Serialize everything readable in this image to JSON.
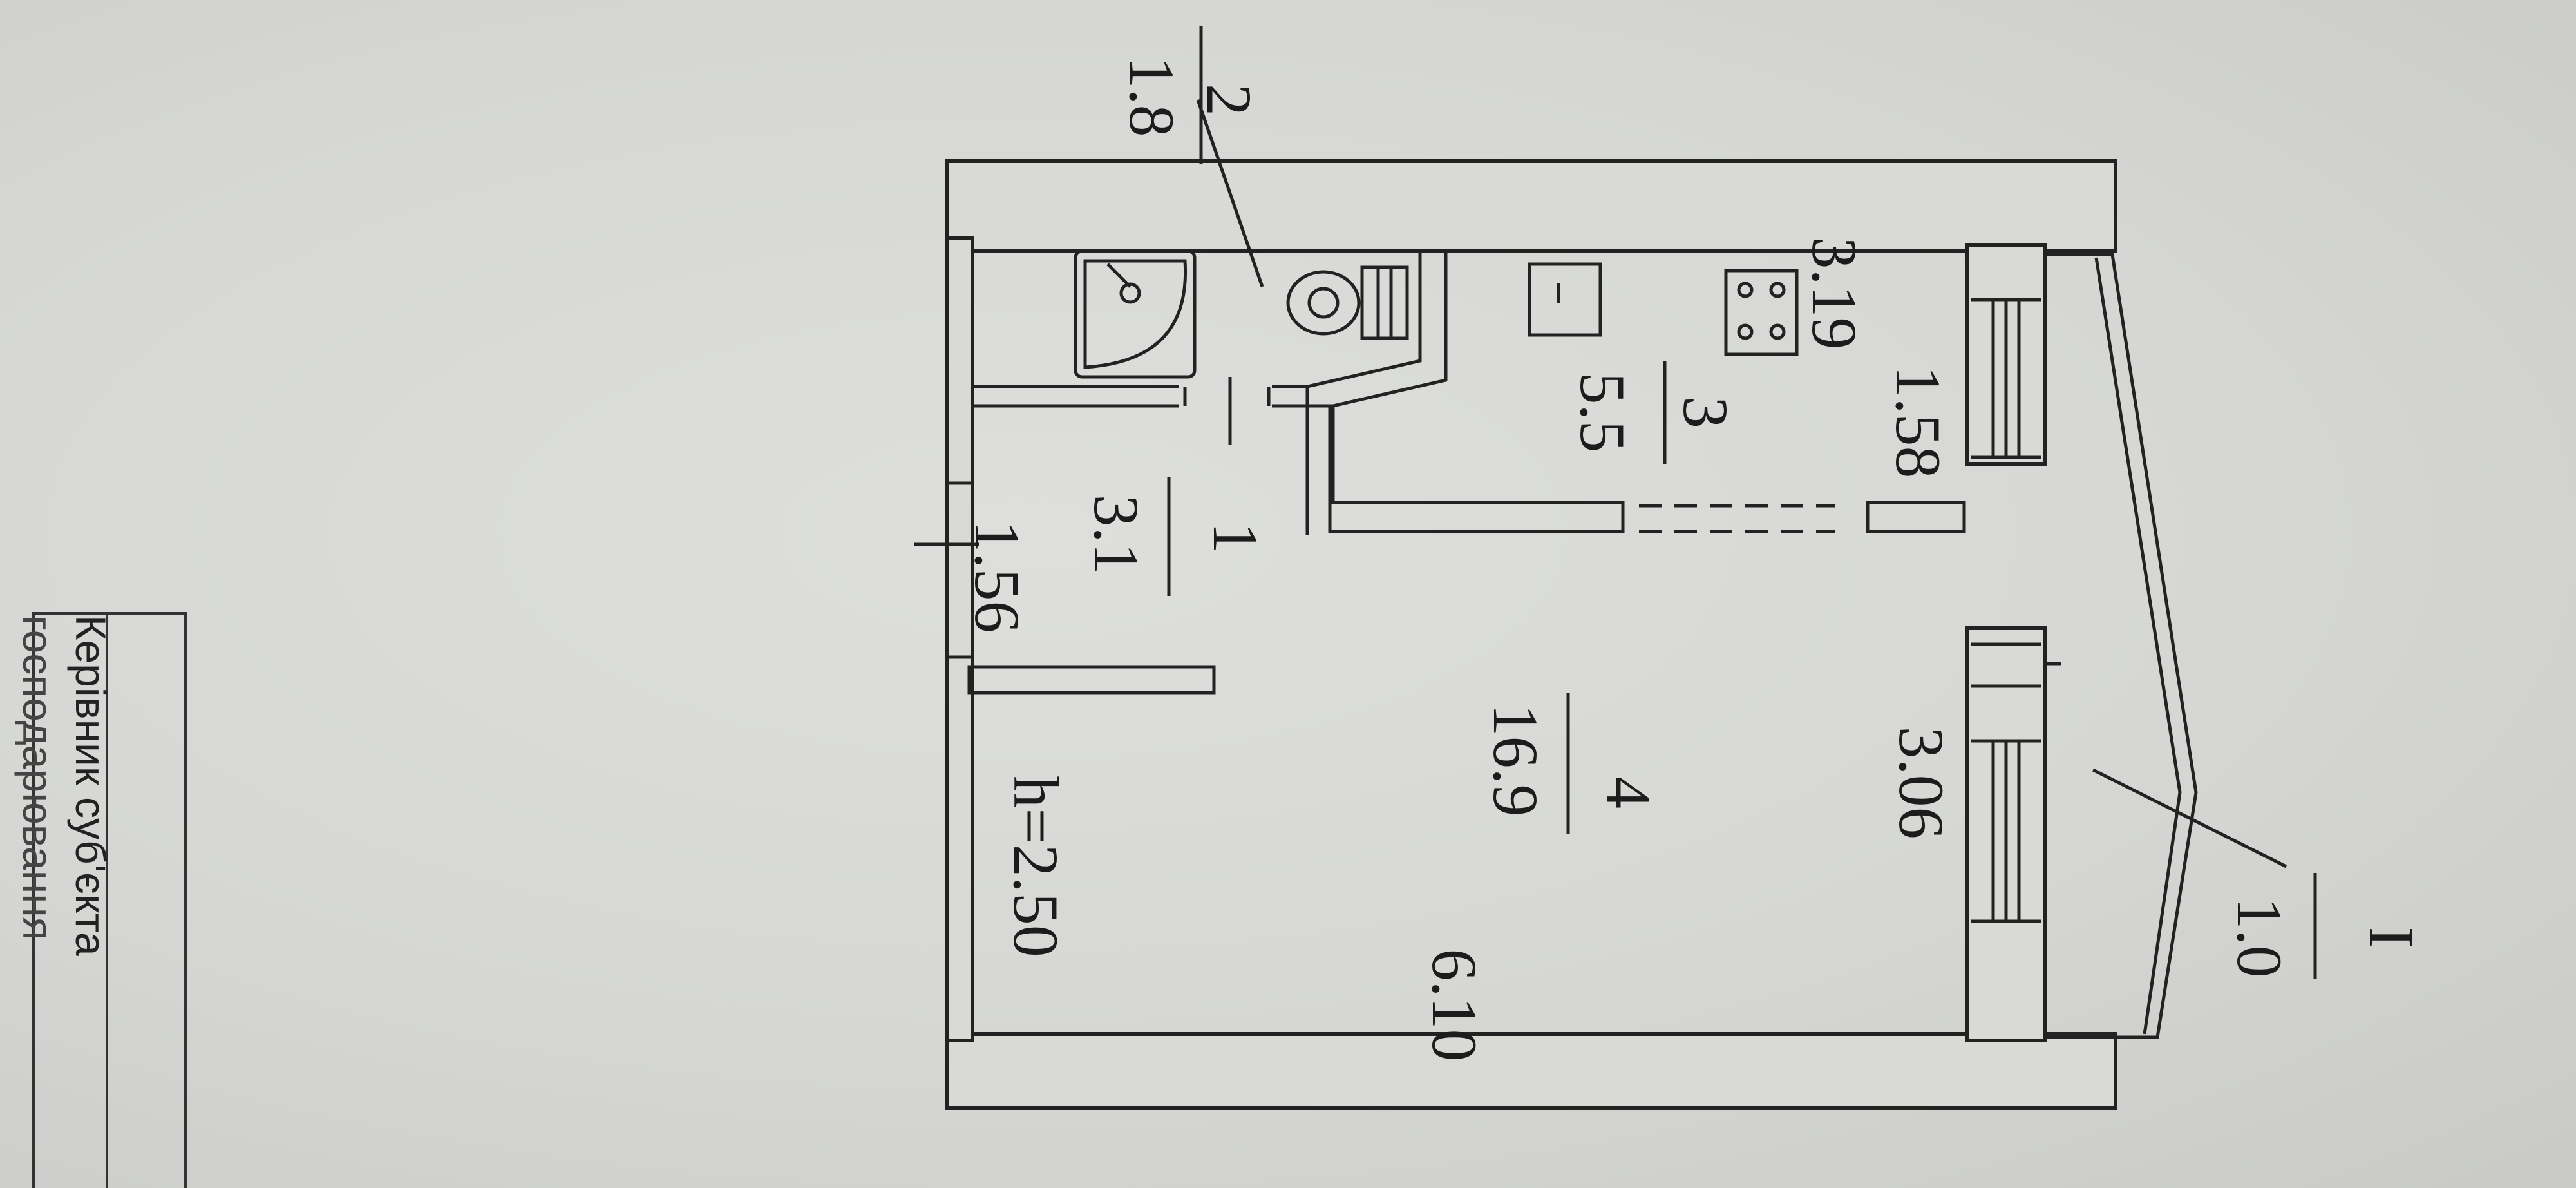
{
  "rooms": [
    {
      "number": "1",
      "area": "3.1"
    },
    {
      "number": "2",
      "area": "1.8"
    },
    {
      "number": "3",
      "area": "5.5"
    },
    {
      "number": "4",
      "area": "16.9"
    }
  ],
  "balcony": {
    "number": "І",
    "area": "1.0"
  },
  "dimensions": {
    "d_319": "3.19",
    "d_158": "1.58",
    "d_156": "1.56",
    "d_306": "3.06",
    "d_610": "6.10"
  },
  "ceiling_height": "h=2.50",
  "stamp": {
    "line1": "Керівник суб'єкта",
    "line2": "господарювання"
  }
}
